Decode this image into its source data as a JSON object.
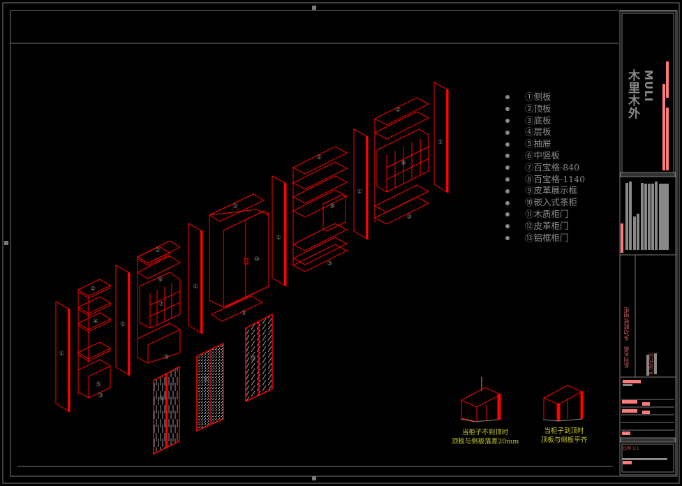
{
  "legend": {
    "items": [
      "①侧板",
      "②顶板",
      "③底板",
      "④层板",
      "⑤抽屉",
      "⑥中竖板",
      "⑦百宝格-840",
      "⑧百宝格-1140",
      "⑨皮革展示框",
      "⑩嵌入式茶柜",
      "⑪木质柜门",
      "⑫皮革柜门",
      "⑬铝框柜门"
    ]
  },
  "notes": {
    "left": [
      "当柜子不到顶时",
      "顶板与侧板落差20mm"
    ],
    "right": [
      "当柜子到顶时",
      "顶板与侧板平齐"
    ]
  },
  "title_block": {
    "brand_cn": "木里木外",
    "brand_en": "MULI",
    "series_label": "系列名称",
    "series_value": "多功能收纳柜",
    "code_label": "产品代码",
    "scale_label": "比例",
    "scale_value": "1:1"
  },
  "part_labels": {
    "side": "①",
    "top": "②",
    "bottom": "③",
    "shelf": "④",
    "drawer": "⑤",
    "divider": "⑥",
    "grid840": "⑦",
    "grid1140": "⑧",
    "display": "⑨",
    "tea": "⑩",
    "wood_door": "⑪",
    "leather_door": "⑫",
    "alu_door": "⑬"
  },
  "colors": {
    "line": "#ff0000",
    "frame": "#7a7a7a",
    "text": "#8c8c8c",
    "note": "#c8c832",
    "accent": "#ff7a7a"
  }
}
